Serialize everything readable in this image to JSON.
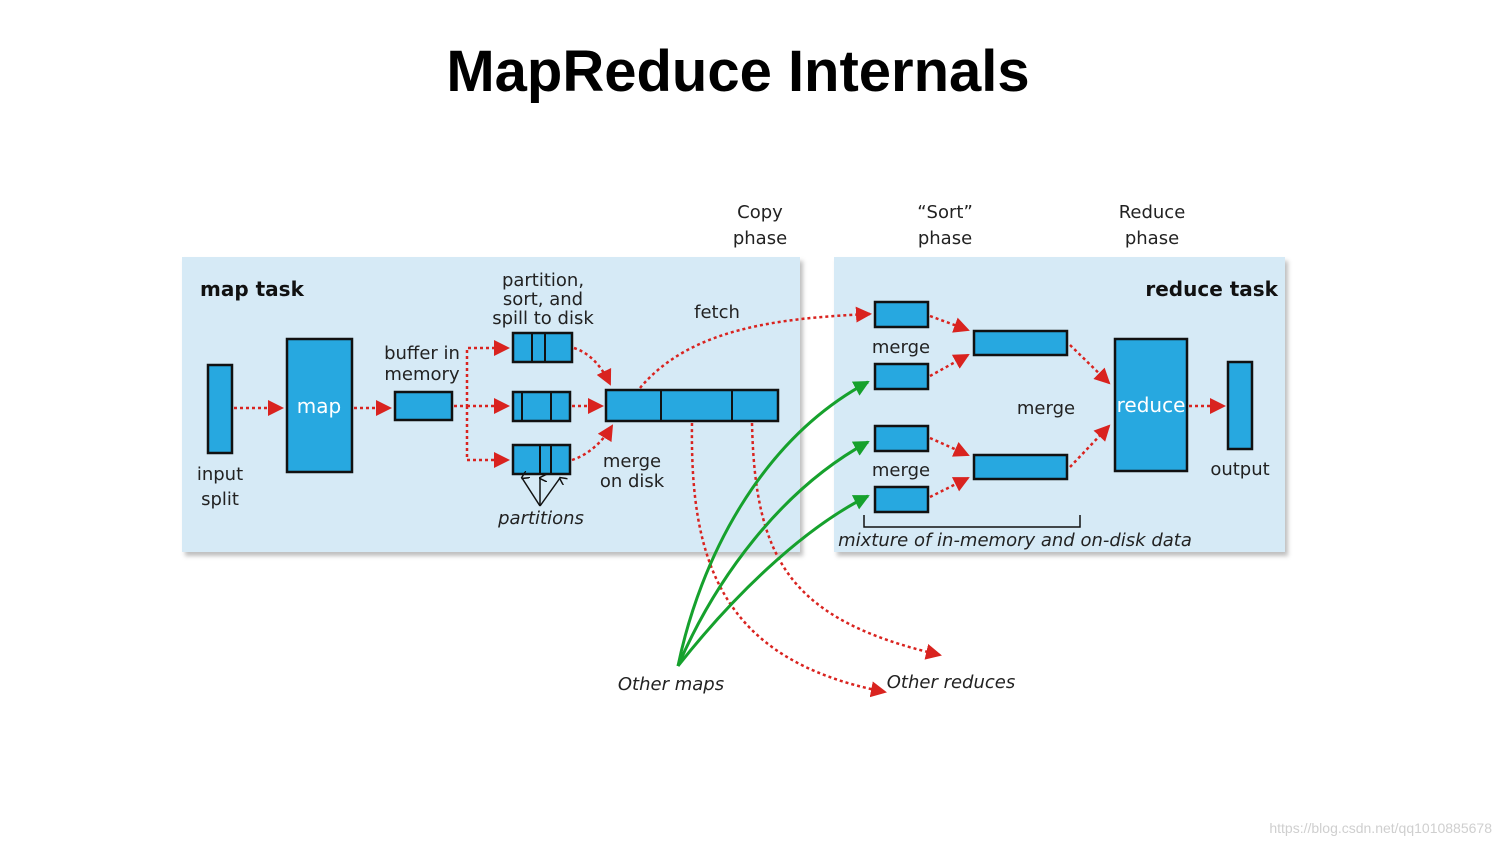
{
  "title": "MapReduce Internals",
  "phases": {
    "copy": [
      "Copy",
      "phase"
    ],
    "sort": [
      "“Sort”",
      "phase"
    ],
    "reduce": [
      "Reduce",
      "phase"
    ]
  },
  "map_task": {
    "title": "map task",
    "input_split": [
      "input",
      "split"
    ],
    "map": "map",
    "buffer": [
      "buffer in",
      "memory"
    ],
    "spill": [
      "partition,",
      "sort, and",
      "spill to disk"
    ],
    "merge_on_disk": [
      "merge",
      "on disk"
    ],
    "partitions": "partitions",
    "fetch": "fetch"
  },
  "reduce_task": {
    "title": "reduce task",
    "merge_top": "merge",
    "merge_mid": "merge",
    "merge_bottom": "merge",
    "reduce": "reduce",
    "output": "output",
    "mixture": "mixture of in-memory and on-disk data"
  },
  "external": {
    "other_maps": "Other maps",
    "other_reduces": "Other reduces"
  },
  "colors": {
    "panel": "#d6eaf6",
    "box": "#27a8e0",
    "red_arrow": "#d9231f",
    "green_arrow": "#16a12d"
  },
  "watermark": "https://blog.csdn.net/qq1010885678"
}
